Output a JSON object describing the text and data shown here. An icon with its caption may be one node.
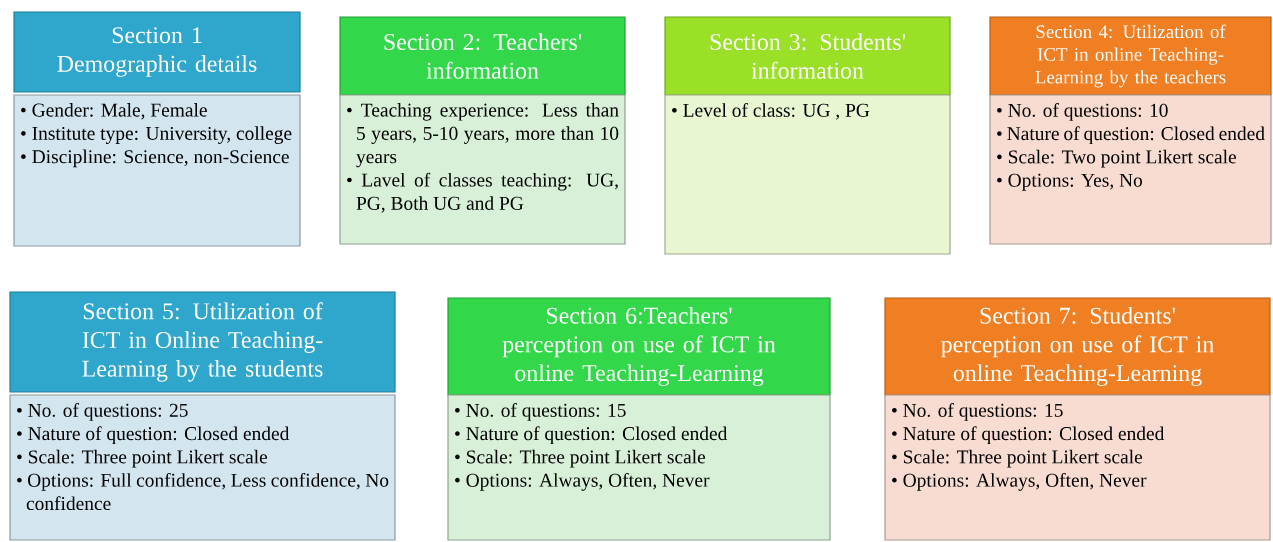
{
  "diagram": {
    "nodes": [
      {
        "text": [
          "Section 1 Demographic details"
        ]
      },
      {
        "text": [
          "• Gender: Male, Female",
          "• Institute type: University, college",
          "• Discipline: Science, non-Science"
        ]
      },
      {
        "text": [
          "Section 2:  Teachers' information"
        ]
      },
      {
        "text": [
          "• Teaching experience: Less than 5 years, 5-10 years, more than 10 years",
          "• Lavel of classes teaching: UG, PG, Both UG and PG"
        ]
      },
      {
        "text": [
          "Section 3: Students' information"
        ]
      },
      {
        "text": [
          "• Level of class: UG , PG"
        ]
      },
      {
        "text": [
          "Section 4: Utilization of ICT in online Teaching-Learning by the teachers"
        ]
      },
      {
        "text": [
          "• No. of questions: 10",
          "• Nature of question: Closed ended",
          "• Scale: Two point Likert scale",
          "• Options: Yes, No"
        ]
      },
      {
        "text": [
          "Section 5: Utilization of ICT in Online Teaching-Learning  by the students"
        ]
      },
      {
        "text": [
          "• No. of questions: 25",
          "• Nature of question: Closed ended",
          "• Scale: Three point Likert scale",
          "• Options: Full confidence, Less confidence, No confidence"
        ]
      },
      {
        "text": [
          "Section 6:Teachers' perception on use of ICT in online Teaching-Learning"
        ]
      },
      {
        "text": [
          "• No. of questions: 15",
          "• Nature of question: Closed ended",
          "• Scale: Three point Likert scale",
          "• Options: Always, Often, Never"
        ]
      },
      {
        "text": [
          "Section 7: Students' perception on use of ICT in online Teaching-Learning"
        ]
      },
      {
        "text": [
          "• No. of questions: 15",
          "• Nature of question: Closed ended",
          "• Scale: Three point Likert scale",
          "• Options: Always, Often, Never"
        ]
      }
    ]
  }
}
